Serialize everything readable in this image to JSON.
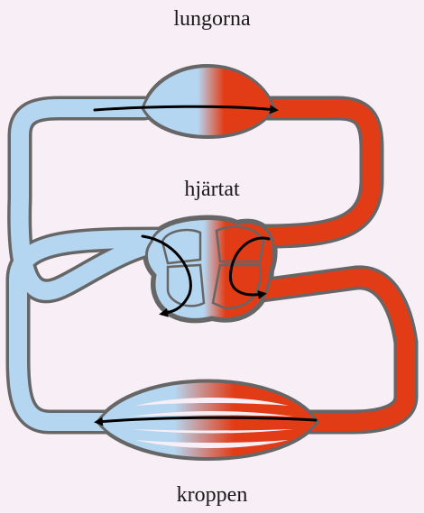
{
  "labels": {
    "lungs": "lungorna",
    "heart": "hjärtat",
    "body": "kroppen"
  },
  "colors": {
    "background": "#f8eef5",
    "deoxygenated_blood": "#b5d6f0",
    "oxygenated_blood": "#e23c17",
    "vessel_outline": "#666666",
    "arrow": "#000000"
  }
}
